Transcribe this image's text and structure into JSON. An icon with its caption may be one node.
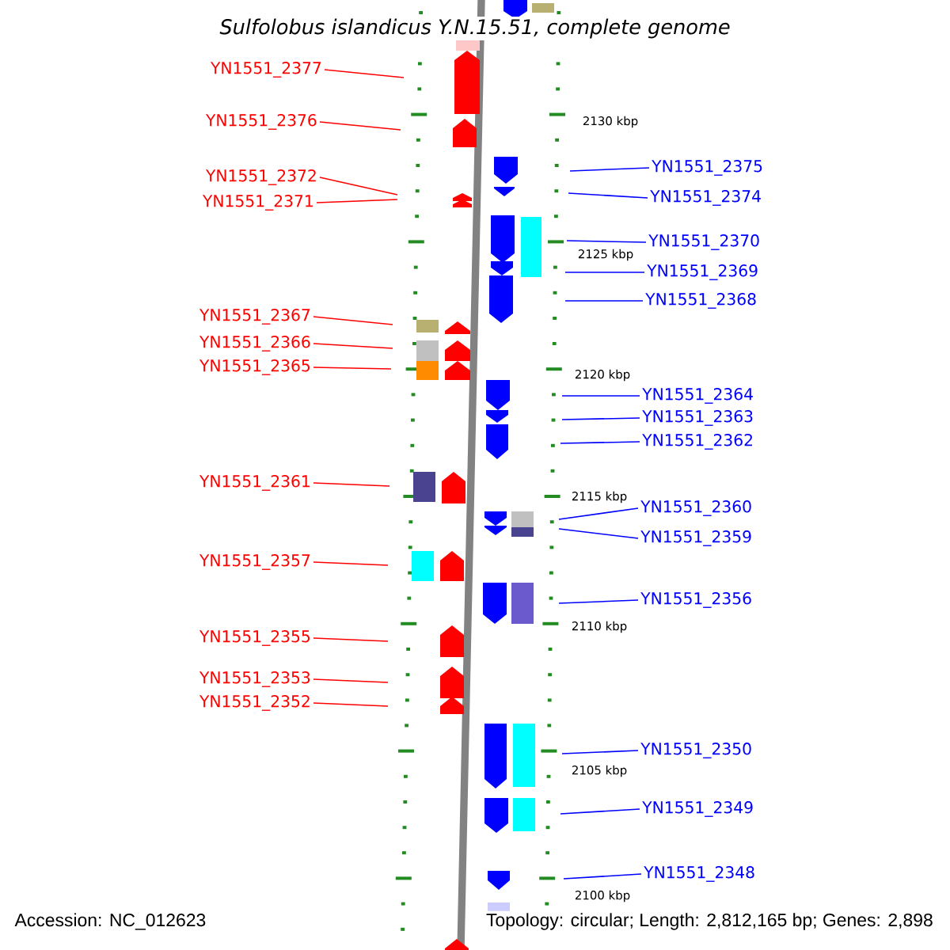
{
  "diagram": {
    "title": "Sulfolobus islandicus Y.N.15.51, complete genome",
    "nodes": [
      {
        "text": [
          "YN1551_2377"
        ]
      },
      {
        "text": [
          "YN1551_2376"
        ]
      },
      {
        "text": [
          "YN1551_2372"
        ]
      },
      {
        "text": [
          "YN1551_2371"
        ]
      },
      {
        "text": [
          "YN1551_2367"
        ]
      },
      {
        "text": [
          "YN1551_2366"
        ]
      },
      {
        "text": [
          "YN1551_2365"
        ]
      },
      {
        "text": [
          "YN1551_2361"
        ]
      },
      {
        "text": [
          "YN1551_2357"
        ]
      },
      {
        "text": [
          "YN1551_2355"
        ]
      },
      {
        "text": [
          "YN1551_2353"
        ]
      },
      {
        "text": [
          "YN1551_2352"
        ]
      },
      {
        "text": [
          "YN1551_2375"
        ]
      },
      {
        "text": [
          "YN1551_2374"
        ]
      },
      {
        "text": [
          "YN1551_2370"
        ]
      },
      {
        "text": [
          "YN1551_2369"
        ]
      },
      {
        "text": [
          "YN1551_2368"
        ]
      },
      {
        "text": [
          "YN1551_2364"
        ]
      },
      {
        "text": [
          "YN1551_2363"
        ]
      },
      {
        "text": [
          "YN1551_2362"
        ]
      },
      {
        "text": [
          "YN1551_2360"
        ]
      },
      {
        "text": [
          "YN1551_2359"
        ]
      },
      {
        "text": [
          "YN1551_2356"
        ]
      },
      {
        "text": [
          "YN1551_2350"
        ]
      },
      {
        "text": [
          "YN1551_2349"
        ]
      },
      {
        "text": [
          "YN1551_2348"
        ]
      }
    ],
    "edges": [
      {
        "from": 0,
        "to": null,
        "arrow": "none",
        "color": "#ff0000"
      },
      {
        "from": 1,
        "to": null,
        "arrow": "none",
        "color": "#ff0000"
      },
      {
        "from": 2,
        "to": null,
        "arrow": "none",
        "color": "#ff0000"
      },
      {
        "from": 3,
        "to": null,
        "arrow": "none",
        "color": "#ff0000"
      },
      {
        "from": 4,
        "to": null,
        "arrow": "none",
        "color": "#ff0000"
      },
      {
        "from": 5,
        "to": null,
        "arrow": "none",
        "color": "#ff0000"
      },
      {
        "from": 6,
        "to": null,
        "arrow": "none",
        "color": "#ff0000"
      },
      {
        "from": 7,
        "to": null,
        "arrow": "none",
        "color": "#ff0000"
      },
      {
        "from": 8,
        "to": null,
        "arrow": "none",
        "color": "#ff0000"
      },
      {
        "from": 9,
        "to": null,
        "arrow": "none",
        "color": "#ff0000"
      },
      {
        "from": 10,
        "to": null,
        "arrow": "none",
        "color": "#ff0000"
      },
      {
        "from": 11,
        "to": null,
        "arrow": "none",
        "color": "#ff0000"
      },
      {
        "from": 12,
        "to": null,
        "arrow": "none"
      },
      {
        "from": 13,
        "to": null,
        "arrow": "none"
      },
      {
        "from": 14,
        "to": null,
        "arrow": "none"
      },
      {
        "from": 15,
        "to": null,
        "arrow": "none"
      },
      {
        "from": 16,
        "to": null,
        "arrow": "none"
      },
      {
        "from": 17,
        "to": null,
        "arrow": "none"
      },
      {
        "from": 18,
        "to": null,
        "arrow": "none"
      },
      {
        "from": 19,
        "to": null,
        "arrow": "none"
      },
      {
        "from": 20,
        "to": null,
        "arrow": "none"
      },
      {
        "from": 21,
        "to": null,
        "arrow": "none"
      },
      {
        "from": 22,
        "to": null,
        "arrow": "none"
      },
      {
        "from": 23,
        "to": null,
        "arrow": "none"
      },
      {
        "from": 24,
        "to": null,
        "arrow": "none"
      },
      {
        "from": 25,
        "to": null,
        "arrow": "none"
      }
    ],
    "labels": [
      "2130 kbp",
      "2125 kbp",
      "2120 kbp",
      "2115 kbp",
      "2110 kbp",
      "2105 kbp",
      "2100 kbp",
      "Accession: NC_012623",
      "Topology: circular; Length: 2,812,165 bp; Genes: 2,898"
    ]
  }
}
